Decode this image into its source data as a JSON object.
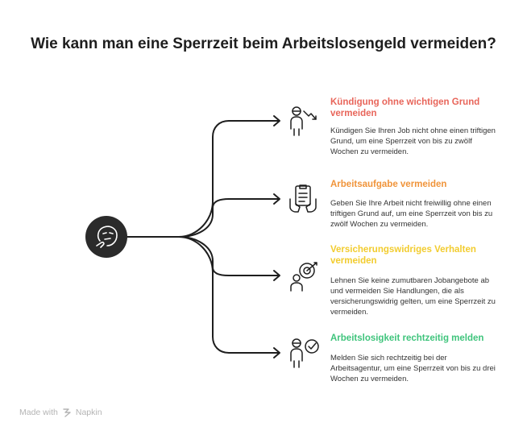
{
  "title": "Wie kann man eine Sperrzeit beim Arbeitslosengeld vermeiden?",
  "hub_icon": "thinking-face-icon",
  "items": [
    {
      "heading": "Kündigung ohne wichtigen Grund vermeiden",
      "text": "Kündigen Sie Ihren Job nicht ohne einen triftigen Grund, um eine Sperrzeit von bis zu zwölf Wochen zu vermeiden.",
      "color": "#e8655a",
      "icon": "person-trend-down-icon"
    },
    {
      "heading": "Arbeitsaufgabe vermeiden",
      "text": "Geben Sie Ihre Arbeit nicht freiwillig ohne einen triftigen Grund auf, um eine Sperrzeit von bis zu zwölf Wochen zu vermeiden.",
      "color": "#f0943a",
      "icon": "hands-clipboard-icon"
    },
    {
      "heading": "Versicherungswidriges Verhalten vermeiden",
      "text": "Lehnen Sie keine zumutbaren Jobangebote ab und vermeiden Sie Handlungen, die als versicherungswidrig gelten, um eine Sperrzeit zu vermeiden.",
      "color": "#f2cc2e",
      "icon": "person-target-icon"
    },
    {
      "heading": "Arbeitslosigkeit rechtzeitig melden",
      "text": "Melden Sie sich rechtzeitig bei der Arbeitsagentur, um eine Sperrzeit von bis zu drei Wochen zu vermeiden.",
      "color": "#3fc47c",
      "icon": "person-check-icon"
    }
  ],
  "footer": {
    "made_with": "Made with",
    "brand": "Napkin",
    "logo_icon": "napkin-logo-icon"
  }
}
